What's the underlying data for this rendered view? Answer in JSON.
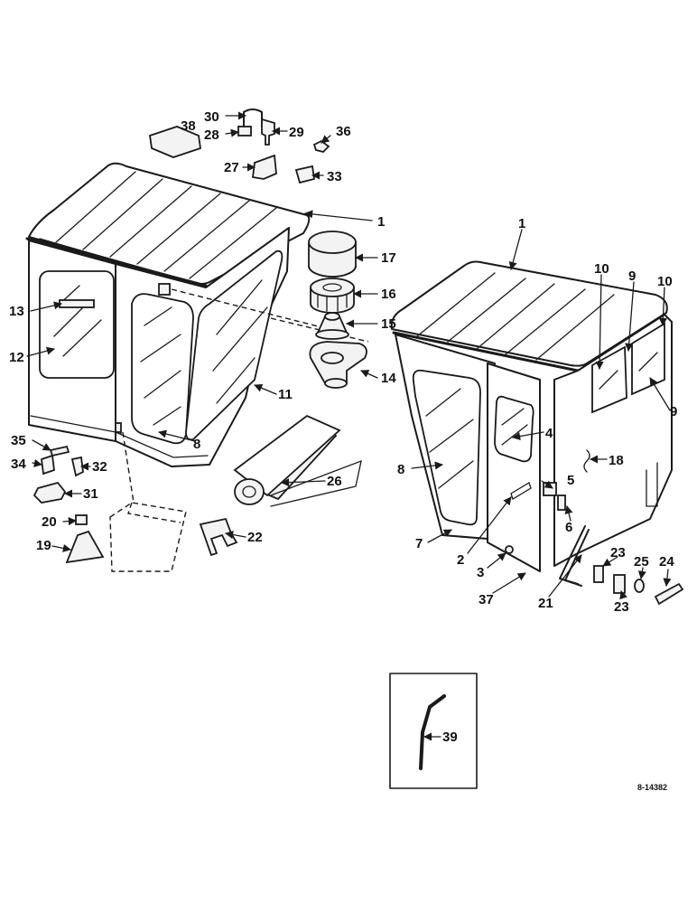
{
  "diagram": {
    "drawing_code": "8-14382",
    "part_numbers": {
      "p1a": "1",
      "p1b": "1",
      "p2": "2",
      "p3": "3",
      "p4": "4",
      "p5": "5",
      "p6": "6",
      "p7": "7",
      "p8a": "8",
      "p8b": "8",
      "p9a": "9",
      "p9b": "9",
      "p10a": "10",
      "p10b": "10",
      "p11": "11",
      "p12": "12",
      "p13": "13",
      "p14": "14",
      "p15": "15",
      "p16": "16",
      "p17": "17",
      "p18": "18",
      "p19": "19",
      "p20": "20",
      "p21": "21",
      "p22": "22",
      "p23a": "23",
      "p23b": "23",
      "p24": "24",
      "p25": "25",
      "p26": "26",
      "p27": "27",
      "p28": "28",
      "p29": "29",
      "p30": "30",
      "p31": "31",
      "p32": "32",
      "p33": "33",
      "p34": "34",
      "p35": "35",
      "p36": "36",
      "p37": "37",
      "p38": "38",
      "p39": "39"
    }
  }
}
